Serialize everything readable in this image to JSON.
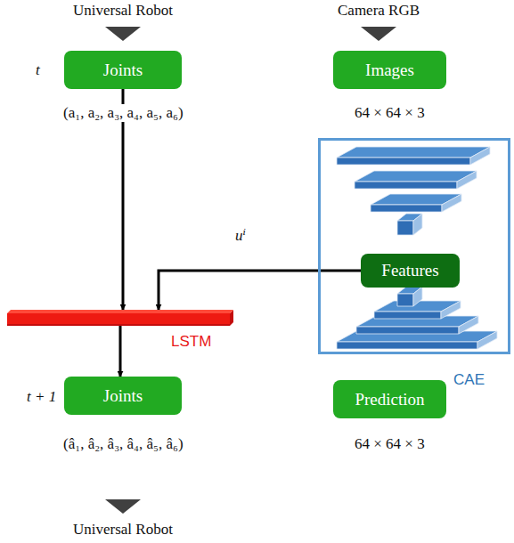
{
  "diagram": {
    "nodes": [
      {
        "text": [
          "Joints"
        ]
      },
      {
        "text": [
          "Images"
        ]
      },
      {
        "text": [
          "CAE"
        ]
      },
      {
        "text": [
          "Features"
        ],
        "in": 2
      },
      {
        "text": [
          "LSTM"
        ]
      },
      {
        "text": [
          "Joints"
        ]
      },
      {
        "text": [
          "Prediction"
        ]
      }
    ],
    "edges": [
      {
        "from": 0,
        "to": 4,
        "arrow": "to"
      },
      {
        "from": 3,
        "to": 4,
        "label": "uⁱ",
        "arrow": "to"
      },
      {
        "from": 4,
        "to": 5,
        "arrow": "to"
      }
    ],
    "labels": [
      "Universal Robot",
      "Camera RGB",
      "t",
      "(a₁, a₂, a₃, a₄, a₅, a₆)",
      "64 × 64 × 3",
      "t + 1",
      "(â₁, â₂, â₃, â₄, â₅, â₆)",
      "64 × 64 × 3",
      "Universal Robot"
    ]
  }
}
